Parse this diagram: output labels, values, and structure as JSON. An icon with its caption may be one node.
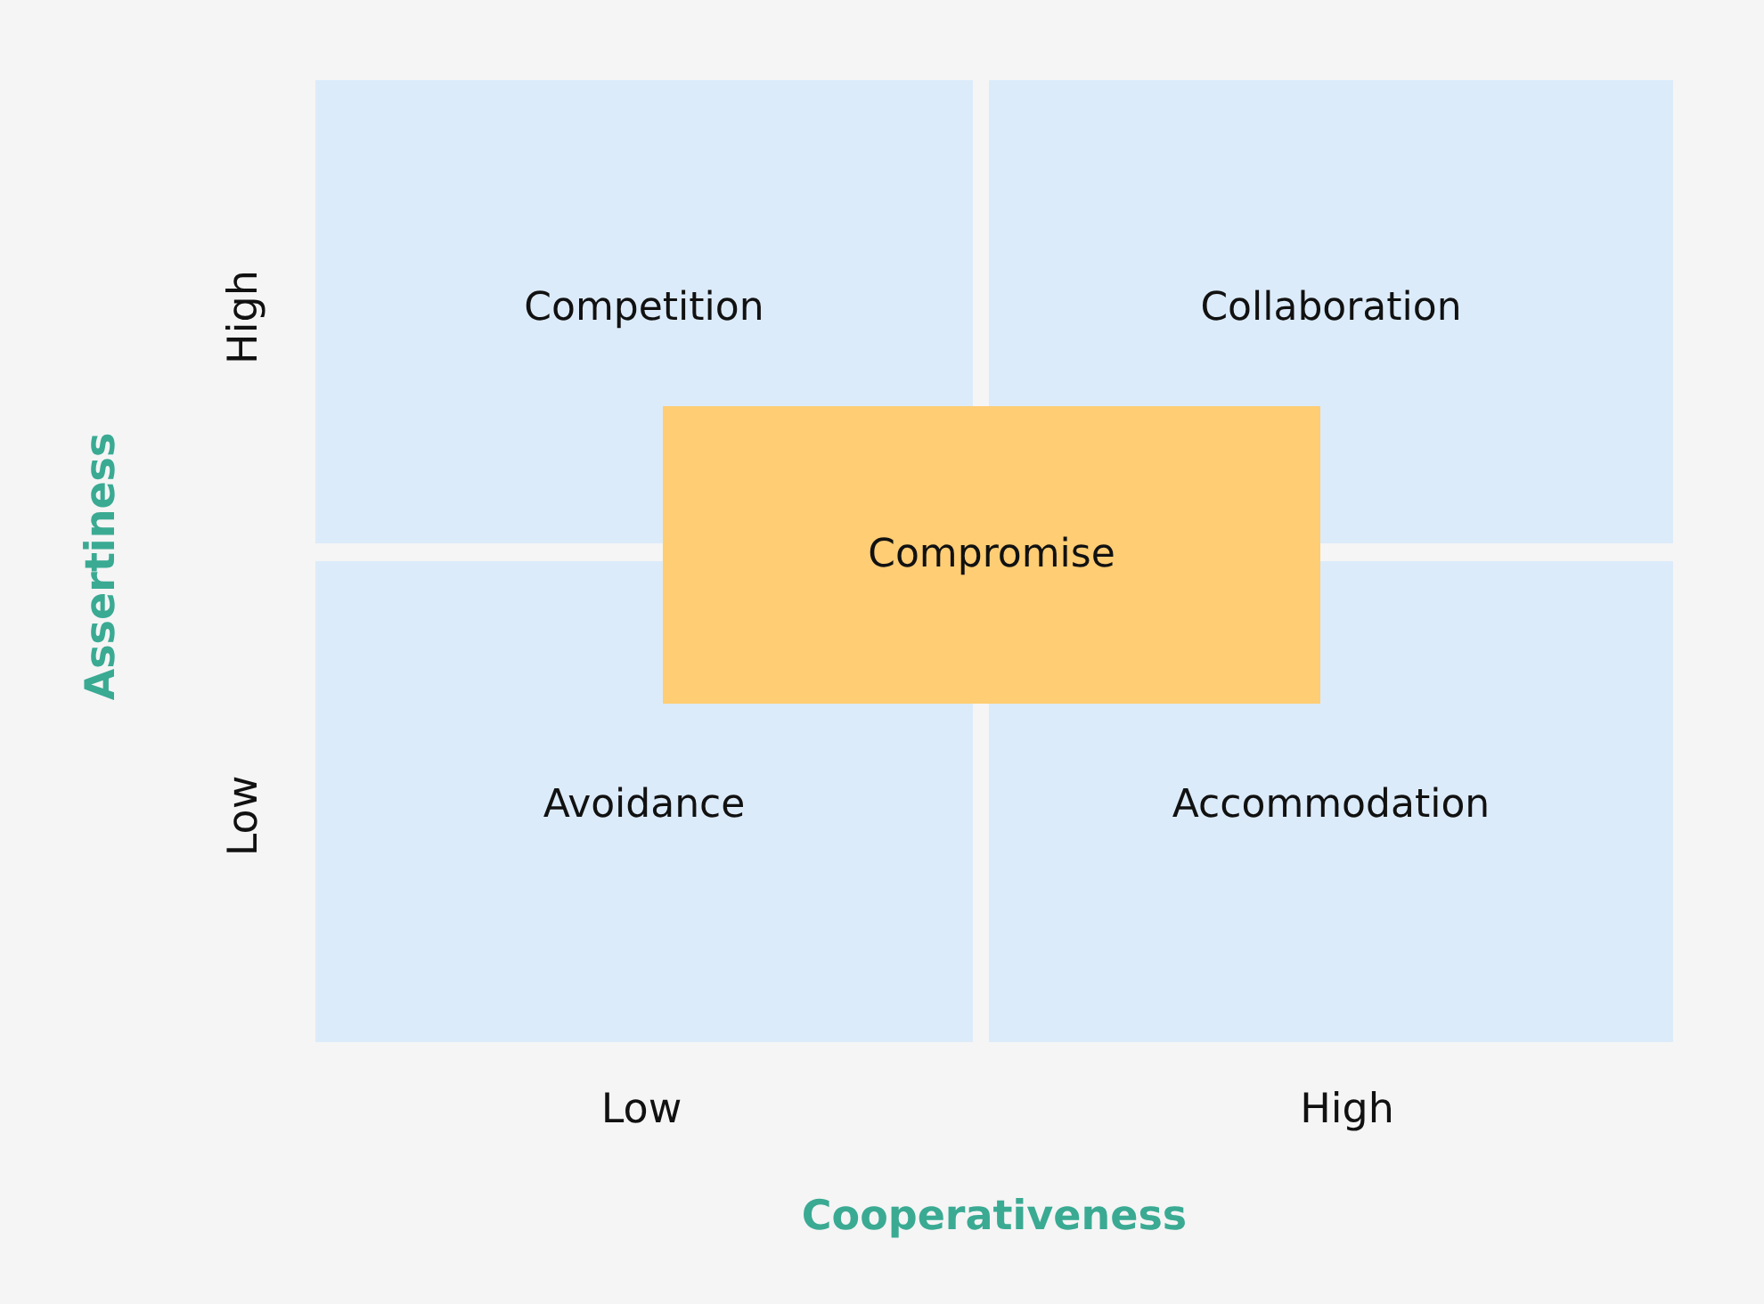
{
  "diagram": {
    "nodes": [
      {
        "text": [
          "Competition"
        ]
      },
      {
        "text": [
          "Collaboration"
        ]
      },
      {
        "text": [
          "Avoidance"
        ]
      },
      {
        "text": [
          "Accommodation"
        ]
      },
      {
        "text": [
          "Compromise"
        ]
      }
    ],
    "labels": [
      "High",
      "Low",
      "Assertiness",
      "Low",
      "High",
      "Cooperativeness"
    ]
  }
}
